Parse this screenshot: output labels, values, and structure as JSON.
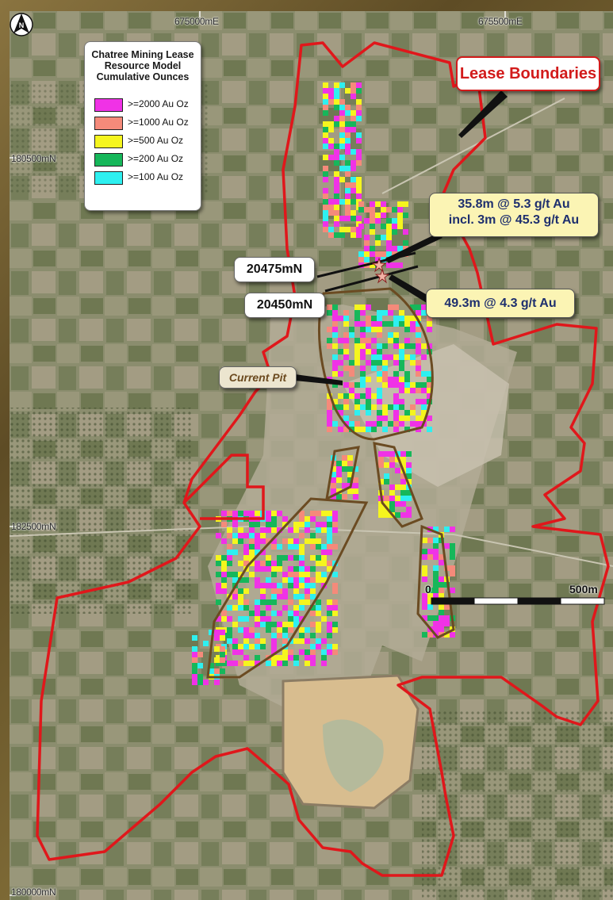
{
  "grid_labels": {
    "east_1": "675000mE",
    "east_2": "675500mE",
    "north_1": "180500mN",
    "north_2": "182500mN",
    "north_3": "180000mN"
  },
  "legend": {
    "title_line1": "Chatree Mining Lease",
    "title_line2": "Resource Model",
    "title_line3": "Cumulative Ounces",
    "items": [
      {
        "label": ">=2000 Au Oz",
        "color": "#f032e6"
      },
      {
        "label": ">=1000 Au Oz",
        "color": "#f58a7a"
      },
      {
        "label": ">=500 Au Oz",
        "color": "#f5f51e"
      },
      {
        "label": ">=200 Au Oz",
        "color": "#16b75a"
      },
      {
        "label": ">=100 Au Oz",
        "color": "#2ef0f0"
      }
    ]
  },
  "callouts": {
    "lease_boundaries": "Lease Boundaries",
    "intercept_1_line1": "35.8m @ 5.3 g/t Au",
    "intercept_1_line2": "incl. 3m @ 45.3 g/t Au",
    "intercept_2": "49.3m @ 4.3 g/t Au",
    "section_1": "20475mN",
    "section_2": "20450mN",
    "current_pit": "Current Pit"
  },
  "scale_bar": {
    "start_label": "0",
    "end_label": "500m"
  },
  "north_arrow_letter": "N",
  "colors": {
    "lease_boundary": "#e0171b",
    "pit_outline": "#6b4b22"
  }
}
